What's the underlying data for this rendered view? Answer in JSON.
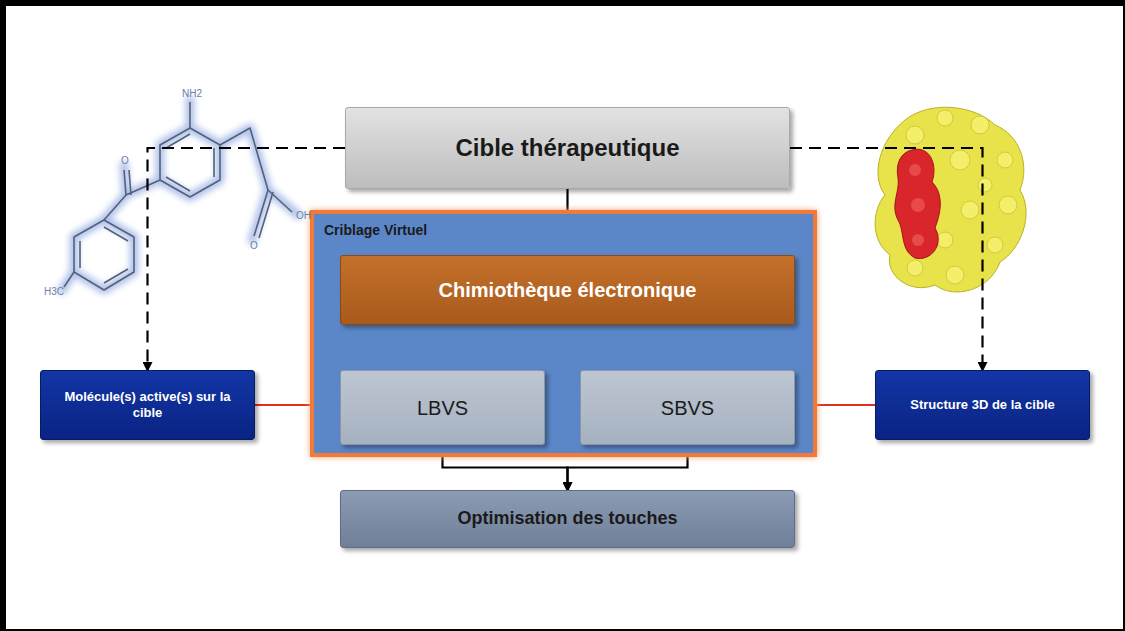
{
  "diagram": {
    "nodes": [
      {
        "text": [
          "Cible thérapeutique"
        ]
      },
      {
        "text": [
          "Criblage Virtuel"
        ]
      },
      {
        "text": [
          "Chimiothèque électronique"
        ],
        "in": 1
      },
      {
        "text": [
          "Molécule(s) active(s) sur la cible"
        ]
      },
      {
        "text": [
          "LBVS"
        ],
        "in": 1
      },
      {
        "text": [
          "SBVS"
        ],
        "in": 1
      },
      {
        "text": [
          "Structure 3D de la cible"
        ]
      },
      {
        "text": [
          "Optimisation des touches"
        ]
      }
    ],
    "edges": [
      {
        "from": 0,
        "to": 2,
        "arrow": "to"
      },
      {
        "from": 0,
        "to": 3,
        "arrow": "to"
      },
      {
        "from": 0,
        "to": 6,
        "arrow": "to"
      },
      {
        "from": 2,
        "to": 4,
        "arrow": "to"
      },
      {
        "from": 2,
        "to": 5,
        "arrow": "to"
      },
      {
        "from": 3,
        "to": 4,
        "arrow": "to"
      },
      {
        "from": 6,
        "to": 5,
        "arrow": "to"
      },
      {
        "from": 4,
        "to": 7,
        "arrow": "to"
      },
      {
        "from": 5,
        "to": 7,
        "arrow": "to"
      }
    ],
    "labels": [
      "NH2",
      "O",
      "OH",
      "O",
      "H3C"
    ]
  }
}
